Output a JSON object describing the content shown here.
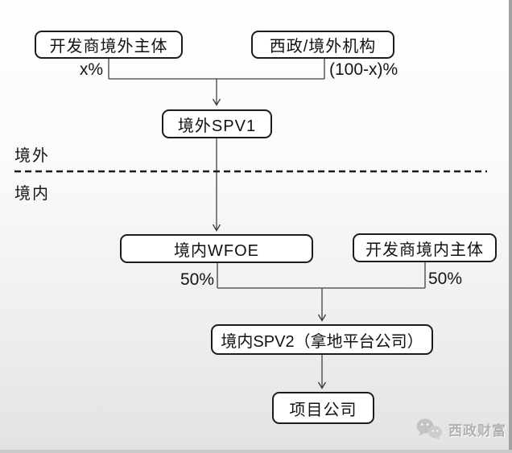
{
  "diagram": {
    "type": "org-structure-flowchart",
    "regions": {
      "offshore": "境外",
      "onshore": "境内"
    },
    "nodes": {
      "dev_offshore": {
        "label": "开发商境外主体"
      },
      "xz_offshore": {
        "label": "西政/境外机构"
      },
      "spv1": {
        "label": "境外SPV1"
      },
      "wfoe": {
        "label": "境内WFOE"
      },
      "dev_onshore": {
        "label": "开发商境内主体"
      },
      "spv2": {
        "label": "境内SPV2（拿地平台公司）"
      },
      "project": {
        "label": "项目公司"
      }
    },
    "edge_labels": {
      "dev_offshore_share": "x%",
      "xz_offshore_share": "(100-x)%",
      "wfoe_share": "50%",
      "dev_onshore_share": "50%"
    },
    "edges": [
      {
        "from": "dev_offshore",
        "to": "spv1",
        "label": "x%"
      },
      {
        "from": "xz_offshore",
        "to": "spv1",
        "label": "(100-x)%"
      },
      {
        "from": "spv1",
        "to": "wfoe",
        "label": ""
      },
      {
        "from": "wfoe",
        "to": "spv2",
        "label": "50%"
      },
      {
        "from": "dev_onshore",
        "to": "spv2",
        "label": "50%"
      },
      {
        "from": "spv2",
        "to": "project",
        "label": ""
      }
    ]
  },
  "watermark": {
    "text": "西政财富",
    "icon": "wechat-logo-icon"
  },
  "colors": {
    "line": "#404040",
    "box_border": "#1c1c1c",
    "box_fill": "#ffffff",
    "text": "#111111",
    "divider": "#1a1a1a",
    "watermark_gray": "#b1b1b1",
    "background_top": "#fefefe",
    "background_bottom": "#e2e2e2"
  }
}
